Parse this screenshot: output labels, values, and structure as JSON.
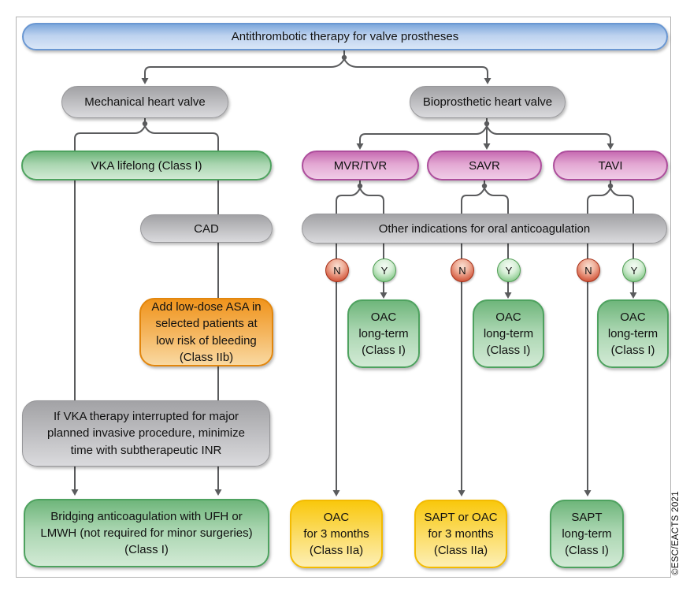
{
  "figure": {
    "copyright": "©ESC/EACTS 2021"
  },
  "badges": {
    "no": "N",
    "yes": "Y"
  },
  "nodes": {
    "title": "Antithrombotic therapy for valve prostheses",
    "mechanical": "Mechanical heart valve",
    "bioprosthetic": "Bioprosthetic heart valve",
    "vka": "VKA lifelong (Class I)",
    "mvr_tvr": "MVR/TVR",
    "savr": "SAVR",
    "tavi": "TAVI",
    "cad": "CAD",
    "other_indications": "Other indications for oral anticoagulation",
    "asa": "Add low-dose ASA in\nselected patients at\nlow risk of bleeding\n(Class IIb)",
    "vka_interrupted": "If VKA therapy interrupted for major\nplanned invasive procedure, minimize\ntime with subtherapeutic INR",
    "bridging": "Bridging anticoagulation with UFH or\nLMWH (not required for minor surgeries)\n(Class I)",
    "oac_longterm": "OAC\nlong-term\n(Class I)",
    "oac_3months": "OAC\nfor 3 months\n(Class IIa)",
    "sapt_or_oac_3months": "SAPT or OAC\nfor 3 months\n(Class IIa)",
    "sapt_longterm": "SAPT\nlong-term\n(Class I)"
  },
  "colors": {
    "text": "#111111",
    "line": "#5a5b5d",
    "frame_border": "#b3b3b3",
    "blue_top": "#7da8db",
    "blue_mid": "#bdd2ef",
    "blue_bottom": "#d9e6f7",
    "blue_border": "#6a97d2",
    "gray_top": "#a2a2a5",
    "gray_bottom": "#dadadd",
    "gray_border": "#97979a",
    "green_top": "#6fb67b",
    "green_bottom": "#d2ead5",
    "green_border": "#4ea25f",
    "pink_top": "#c76cb2",
    "pink_bottom": "#f0cce7",
    "pink_border": "#ad4e9c",
    "orange_top": "#f0941c",
    "orange_bottom": "#f9d9a2",
    "orange_border": "#e2860d",
    "yellow_top": "#f9c80d",
    "yellow_bottom": "#fdefb4",
    "yellow_border": "#f3bb02",
    "n_red": "#c03a22",
    "y_green": "#5fae63"
  }
}
